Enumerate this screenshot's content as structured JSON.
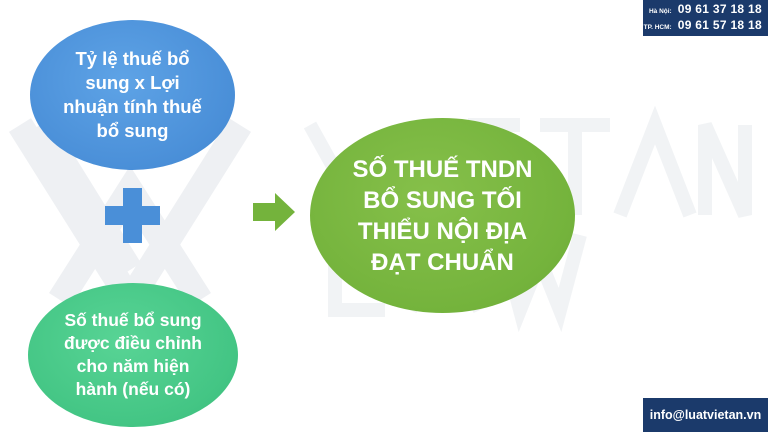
{
  "diagram": {
    "box_rate": "Tỷ lệ thuế bổ sung x Lợi nhuận tính thuế bổ sung",
    "box_adjusted": "Số thuế bổ sung được điều chỉnh cho năm hiện hành (nếu có)",
    "box_result": "SỐ THUẾ TNDN BỔ SUNG TỐI THIỂU NỘI ĐỊA ĐẠT CHUẨN",
    "operator_icon": "plus-icon",
    "connector_icon": "arrow-right-icon"
  },
  "contact": {
    "hanoi_label": "Hà Nội:",
    "hanoi_phone": "09 61 37 18 18",
    "hcm_label": "TP. HCM:",
    "hcm_phone": "09 61 57 18 18",
    "email": "info@luatvietan.vn"
  },
  "watermark": {
    "logo_text": "VIETAN LAW"
  },
  "colors": {
    "blue": "#4a8fd8",
    "teal": "#43c584",
    "green": "#74b33c",
    "navy": "#1b3a6b",
    "watermark": "#eef0f3"
  }
}
